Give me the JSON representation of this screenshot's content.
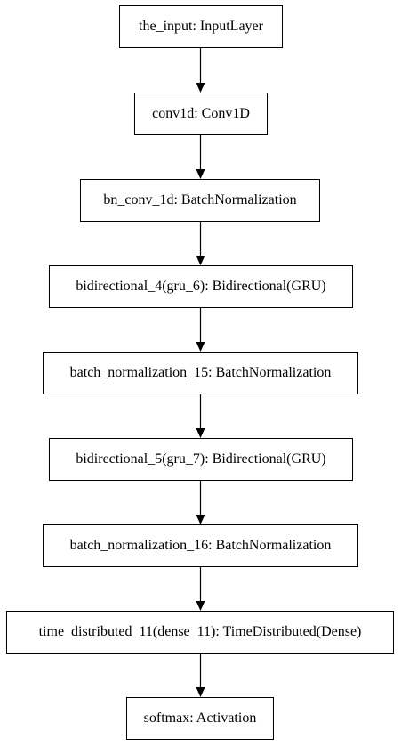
{
  "diagram": {
    "nodes": [
      {
        "id": "the_input",
        "label": "the_input: InputLayer"
      },
      {
        "id": "conv1d",
        "label": "conv1d: Conv1D"
      },
      {
        "id": "bn_conv_1d",
        "label": "bn_conv_1d: BatchNormalization"
      },
      {
        "id": "bidirectional_4",
        "label": "bidirectional_4(gru_6): Bidirectional(GRU)"
      },
      {
        "id": "batch_normalization_15",
        "label": "batch_normalization_15: BatchNormalization"
      },
      {
        "id": "bidirectional_5",
        "label": "bidirectional_5(gru_7): Bidirectional(GRU)"
      },
      {
        "id": "batch_normalization_16",
        "label": "batch_normalization_16: BatchNormalization"
      },
      {
        "id": "time_distributed_11",
        "label": "time_distributed_11(dense_11): TimeDistributed(Dense)"
      },
      {
        "id": "softmax",
        "label": "softmax: Activation"
      }
    ],
    "edges": [
      {
        "from": "the_input",
        "to": "conv1d"
      },
      {
        "from": "conv1d",
        "to": "bn_conv_1d"
      },
      {
        "from": "bn_conv_1d",
        "to": "bidirectional_4"
      },
      {
        "from": "bidirectional_4",
        "to": "batch_normalization_15"
      },
      {
        "from": "batch_normalization_15",
        "to": "bidirectional_5"
      },
      {
        "from": "bidirectional_5",
        "to": "batch_normalization_16"
      },
      {
        "from": "batch_normalization_16",
        "to": "time_distributed_11"
      },
      {
        "from": "time_distributed_11",
        "to": "softmax"
      }
    ]
  }
}
